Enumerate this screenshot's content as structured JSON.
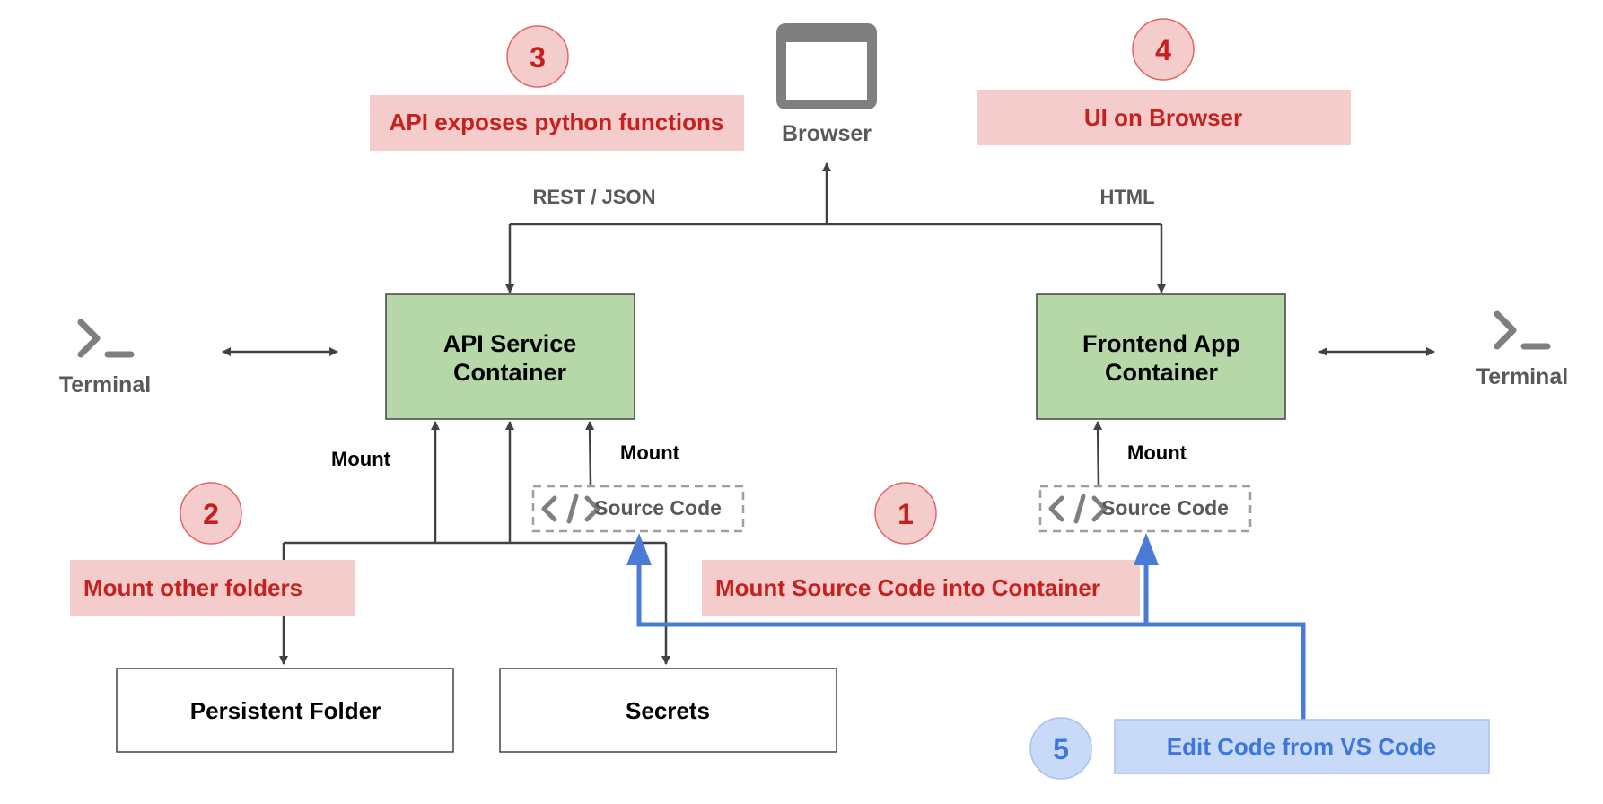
{
  "colors": {
    "container_fill": "#b6d7a8",
    "annotation_red_bg": "#f4cccc",
    "annotation_red_text": "#c5221f",
    "annotation_blue_bg": "#c9daf8",
    "annotation_blue_text": "#3c78d8",
    "connector": "#424242",
    "icon_grey": "#7f7f7f"
  },
  "browser": {
    "label": "Browser",
    "icon": "browser-window-icon"
  },
  "terminals": [
    {
      "label": "Terminal",
      "icon": "terminal-prompt-icon"
    },
    {
      "label": "Terminal",
      "icon": "terminal-prompt-icon"
    }
  ],
  "containers": {
    "api": {
      "line1": "API Service",
      "line2": "Container"
    },
    "frontend": {
      "line1": "Frontend App",
      "line2": "Container"
    }
  },
  "source_code": [
    {
      "label": "Source Code",
      "icon": "code-brackets-icon"
    },
    {
      "label": "Source Code",
      "icon": "code-brackets-icon"
    }
  ],
  "storage": {
    "persistent": "Persistent Folder",
    "secrets": "Secrets"
  },
  "edge_labels": {
    "rest": "REST / JSON",
    "html": "HTML",
    "mount_left": "Mount",
    "mount_api_src": "Mount",
    "mount_fe_src": "Mount"
  },
  "steps": [
    {
      "number": "1",
      "text": "Mount Source Code into Container"
    },
    {
      "number": "2",
      "text": "Mount other folders"
    },
    {
      "number": "3",
      "text": "API exposes python functions"
    },
    {
      "number": "4",
      "text": "UI on Browser"
    },
    {
      "number": "5",
      "text": "Edit Code from VS Code"
    }
  ]
}
